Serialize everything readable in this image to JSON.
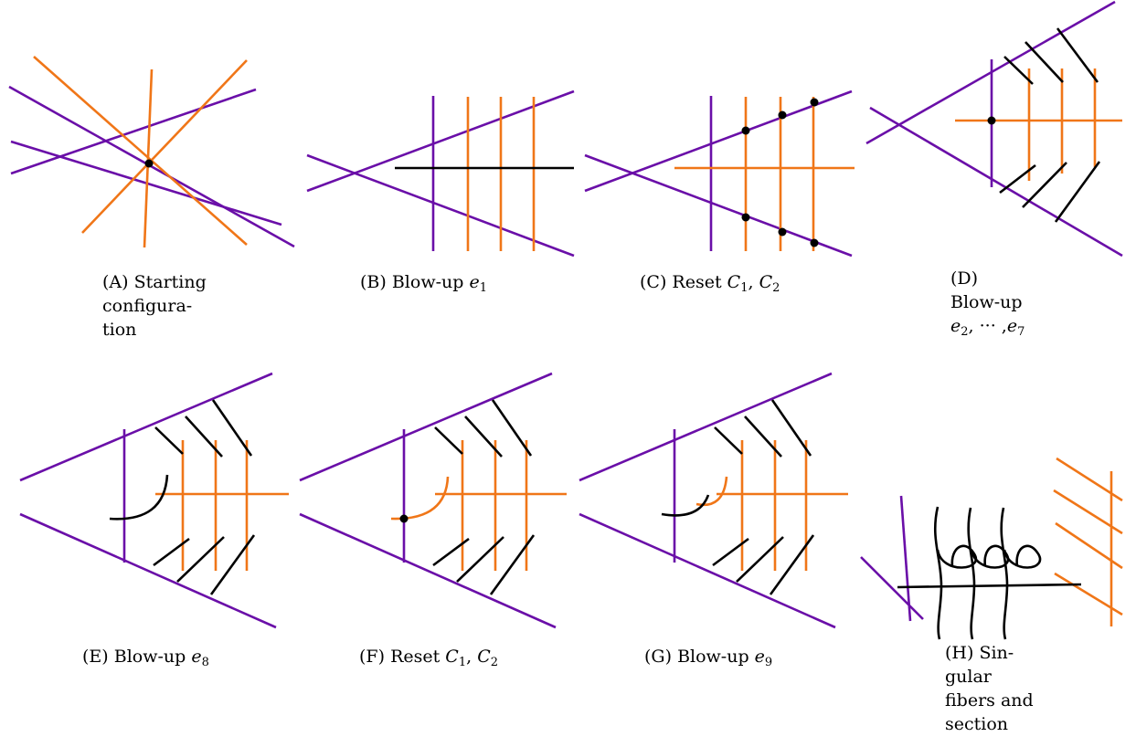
{
  "colors": {
    "purple": "#6a0fa8",
    "orange": "#f07618",
    "black": "#000000"
  },
  "captions": {
    "a": {
      "tag": "(A)",
      "text": "Starting\nconfigura-\ntion"
    },
    "b": {
      "tag": "(B)",
      "text": "Blow-up",
      "sym": "e",
      "sub": "1"
    },
    "c": {
      "tag": "(C)",
      "text": "Reset",
      "sym1": "C",
      "sub1": "1",
      "sep": ",",
      "sym2": "C",
      "sub2": "2"
    },
    "d": {
      "tag": "(D)",
      "text": "Blow-up",
      "sym1": "e",
      "sub1": "2",
      "mid": ", ··· ,",
      "sym2": "e",
      "sub2": "7"
    },
    "e": {
      "tag": "(E)",
      "text": "Blow-up",
      "sym": "e",
      "sub": "8"
    },
    "f": {
      "tag": "(F)",
      "text": "Reset",
      "sym1": "C",
      "sub1": "1",
      "sep": ",",
      "sym2": "C",
      "sub2": "2"
    },
    "g": {
      "tag": "(G)",
      "text": "Blow-up",
      "sym": "e",
      "sub": "9"
    },
    "h": {
      "tag": "(H)",
      "text": "Sin-\ngular\nfibers and\nsection"
    }
  }
}
